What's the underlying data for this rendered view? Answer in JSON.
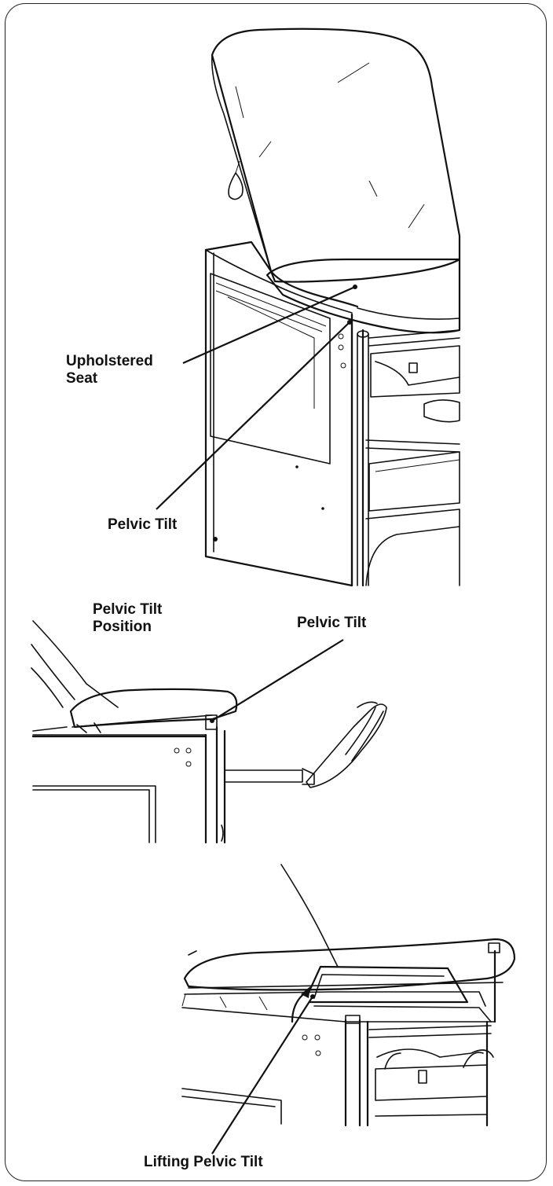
{
  "figure1": {
    "label_seat_line1": "Upholstered",
    "label_seat_line2": "Seat",
    "label_tilt": "Pelvic Tilt"
  },
  "figure2": {
    "label_position_line1": "Pelvic Tilt",
    "label_position_line2": "Position",
    "label_tilt": "Pelvic Tilt"
  },
  "figure3": {
    "label_lifting": "Lifting Pelvic Tilt"
  }
}
